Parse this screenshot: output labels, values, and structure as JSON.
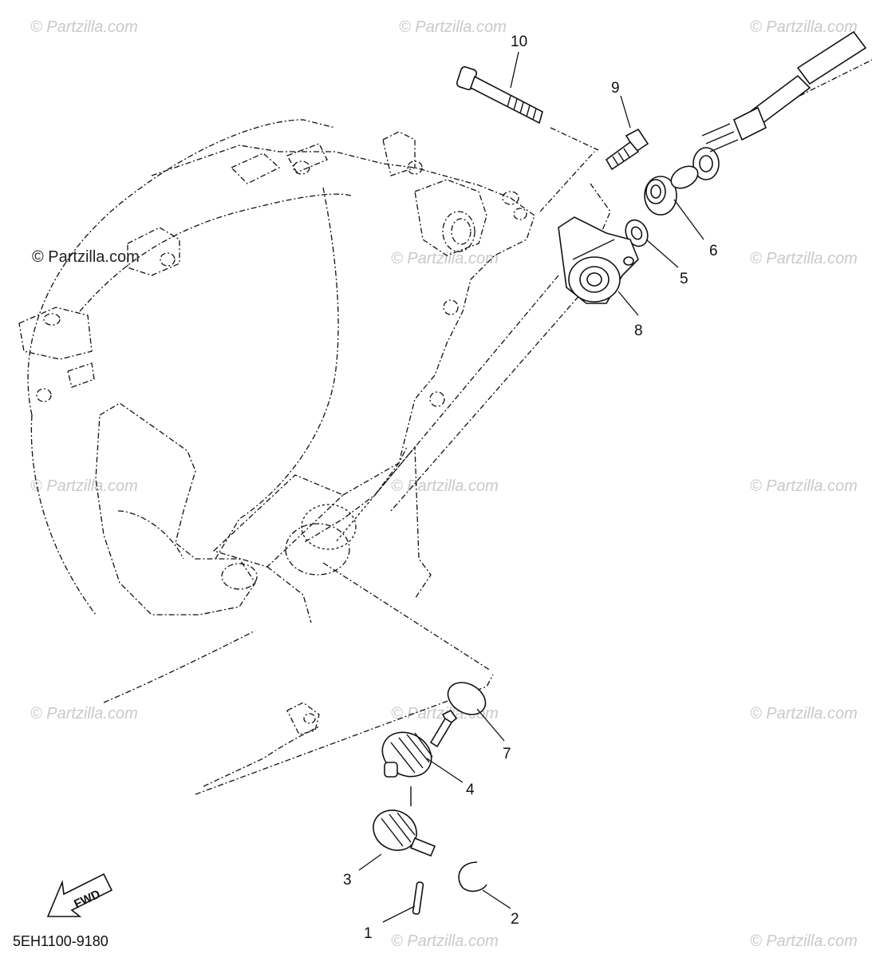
{
  "diagram_code": "5EH1100-9180",
  "fwd_label": "FWD",
  "watermark_text": "© Partzilla.com",
  "callouts": {
    "c1": "1",
    "c2": "2",
    "c3": "3",
    "c4": "4",
    "c5": "5",
    "c6": "6",
    "c7": "7",
    "c8": "8",
    "c9": "9",
    "c10": "10"
  }
}
